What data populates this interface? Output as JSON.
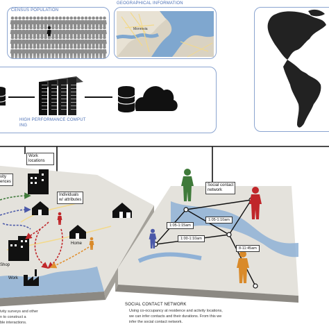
{
  "panels": {
    "census": {
      "title": "CENSUS POPULATION"
    },
    "geo": {
      "title": "GEOGRAPHICAL INFORMATION",
      "map_label": "Monrovia"
    },
    "hpc": {
      "caption_line1": "HIGH PERFORMANCE COMPUT",
      "caption_line2": "ING"
    }
  },
  "left_scene": {
    "work_locations": "Work locations",
    "activity_line1": "vity",
    "activity_line2": "ences",
    "individuals_line1": "Individuals",
    "individuals_line2": "w/ attributes",
    "home": "Home",
    "shop": "Shop",
    "work": "Work",
    "caption_line1": "ivity surveys and other",
    "caption_line2": "n to construct a",
    "caption_line3": "ble interactions."
  },
  "right_scene": {
    "social_network_line1": "Social contact",
    "social_network_line2": "network",
    "times": [
      "1:05-1:15am",
      "1:05-1:10am",
      "1:00-1:10am",
      "8-11:45am"
    ],
    "caption_title": "SOCIAL CONTACT NETWORK",
    "caption_line1": "Using co-occupancy at residence and activity locations,",
    "caption_line2": "we can infer contacts and their durations. From this we",
    "caption_line3": "infer the social contact network."
  },
  "colors": {
    "panel_border": "#8aa4d0",
    "caption_blue": "#4a6fb5",
    "person_red": "#c0262a",
    "person_green": "#3f7a3a",
    "person_orange": "#d98a2a",
    "person_blue": "#4a58a8"
  }
}
